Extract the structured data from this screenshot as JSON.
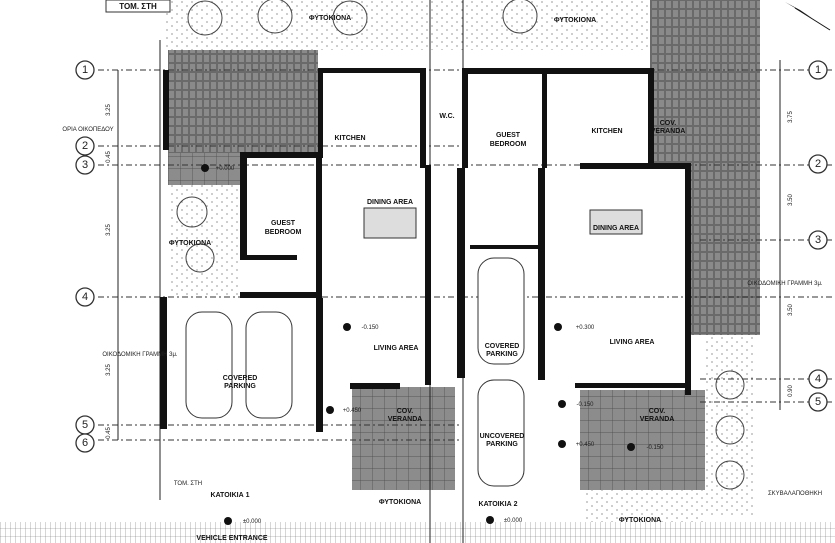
{
  "rooms": {
    "kitchen_left": "KITCHEN",
    "kitchen_right": "KITCHEN",
    "guest_bedroom_left": [
      "GUEST",
      "BEDROOM"
    ],
    "guest_bedroom_right": [
      "GUEST",
      "BEDROOM"
    ],
    "dining_left": "DINING AREA",
    "dining_right": "DINING AREA",
    "living_left": "LIVING AREA",
    "living_right": "LIVING AREA",
    "covered_parking_left": [
      "COVERED",
      "PARKING"
    ],
    "covered_parking_right": [
      "COVERED",
      "PARKING"
    ],
    "uncovered_parking": [
      "UNCOVERED",
      "PARKING"
    ],
    "veranda_left": [
      "COV.",
      "VERANDA"
    ],
    "veranda_right": [
      "COV.",
      "VERANDA"
    ],
    "veranda_top_right": [
      "COV.",
      "VERANDA"
    ],
    "wc": "W.C.",
    "planter_top": "ΦΥΤΟΚΙΟΝΑ",
    "planter_top_right": "ΦΥΤΟΚΙΟΝΑ",
    "planter_left": "ΦΥΤΟΚΙΟΝΑ",
    "planter_bottom": "ΦΥΤΟΚΙΟΝΑ",
    "planter_bottom_right": "ΦΥΤΟΚΙΟΝΑ",
    "house_1": "ΚΑΤΟΙΚΙΑ 1",
    "house_2": "ΚΑΤΟΙΚΙΑ 2",
    "vehicle_entrance": "VEHICLE ENTRANCE",
    "boundary_left": "ΟΡΙΑ ΟΙΚΟΠΕΔΟΥ",
    "building_line_left": "ΟΙΚΟΔΟΜΙΚΗ ΓΡΑΜΜΗ 3μ.",
    "building_line_right": "ΟΙΚΟΔΟΜΙΚΗ ΓΡΑΜΜΗ 3μ.",
    "exchange": "ΣΚΥΒΑΛΑΠΟΘΗΚΗ",
    "house_tag_left": "ΤΟΜ. ΣΤΗ",
    "house_tag_top": "ΤΟΜ. ΣΤΗ"
  },
  "levels": [
    "+0.000",
    "-0.150",
    "+0.450",
    "±0.000",
    "+0.300",
    "-0.150",
    "+0.450",
    "±0.000",
    "-0.150"
  ],
  "dimensions": {
    "left": [
      "3.25",
      "0.45",
      "3.25",
      "3.25",
      "0.45"
    ],
    "right": [
      "3.75",
      "3.50",
      "3.50",
      "0.90"
    ]
  },
  "grid": {
    "left": [
      "1",
      "2",
      "3",
      "4",
      "5",
      "6"
    ],
    "right": [
      "1",
      "2",
      "3",
      "4",
      "5"
    ]
  },
  "colors": {
    "wall": "#111111",
    "hatch": "#555555",
    "paper": "#ffffff"
  }
}
